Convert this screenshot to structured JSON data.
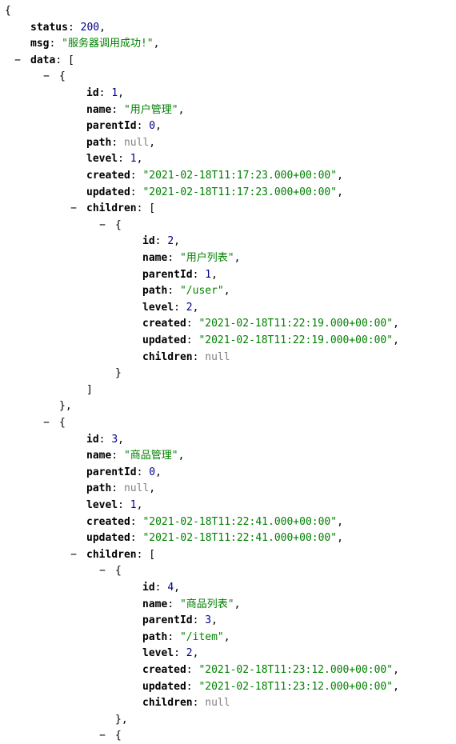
{
  "colors": {
    "key": "#000000",
    "number": "#00008b",
    "string": "#008000",
    "null": "#808080",
    "punctuation": "#000000"
  },
  "toggle_symbol": "−",
  "json": {
    "open_brace": "{",
    "status": {
      "key": "status",
      "value": "200"
    },
    "msg": {
      "key": "msg",
      "value": "\"服务器调用成功!\""
    },
    "data_key": "data",
    "items": [
      {
        "id": {
          "key": "id",
          "value": "1"
        },
        "name": {
          "key": "name",
          "value": "\"用户管理\""
        },
        "parentId": {
          "key": "parentId",
          "value": "0"
        },
        "path": {
          "key": "path",
          "value": "null"
        },
        "level": {
          "key": "level",
          "value": "1"
        },
        "created": {
          "key": "created",
          "value": "\"2021-02-18T11:17:23.000+00:00\""
        },
        "updated": {
          "key": "updated",
          "value": "\"2021-02-18T11:17:23.000+00:00\""
        },
        "children_key": "children",
        "children": [
          {
            "id": {
              "key": "id",
              "value": "2"
            },
            "name": {
              "key": "name",
              "value": "\"用户列表\""
            },
            "parentId": {
              "key": "parentId",
              "value": "1"
            },
            "path": {
              "key": "path",
              "value": "\"/user\""
            },
            "level": {
              "key": "level",
              "value": "2"
            },
            "created": {
              "key": "created",
              "value": "\"2021-02-18T11:22:19.000+00:00\""
            },
            "updated": {
              "key": "updated",
              "value": "\"2021-02-18T11:22:19.000+00:00\""
            },
            "children": {
              "key": "children",
              "value": "null"
            }
          }
        ]
      },
      {
        "id": {
          "key": "id",
          "value": "3"
        },
        "name": {
          "key": "name",
          "value": "\"商品管理\""
        },
        "parentId": {
          "key": "parentId",
          "value": "0"
        },
        "path": {
          "key": "path",
          "value": "null"
        },
        "level": {
          "key": "level",
          "value": "1"
        },
        "created": {
          "key": "created",
          "value": "\"2021-02-18T11:22:41.000+00:00\""
        },
        "updated": {
          "key": "updated",
          "value": "\"2021-02-18T11:22:41.000+00:00\""
        },
        "children_key": "children",
        "children": [
          {
            "id": {
              "key": "id",
              "value": "4"
            },
            "name": {
              "key": "name",
              "value": "\"商品列表\""
            },
            "parentId": {
              "key": "parentId",
              "value": "3"
            },
            "path": {
              "key": "path",
              "value": "\"/item\""
            },
            "level": {
              "key": "level",
              "value": "2"
            },
            "created": {
              "key": "created",
              "value": "\"2021-02-18T11:23:12.000+00:00\""
            },
            "updated": {
              "key": "updated",
              "value": "\"2021-02-18T11:23:12.000+00:00\""
            },
            "children": {
              "key": "children",
              "value": "null"
            }
          }
        ]
      }
    ]
  }
}
